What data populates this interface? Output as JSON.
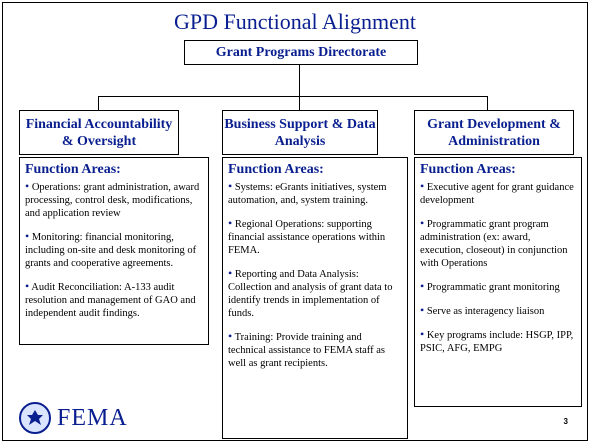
{
  "title": "GPD Functional Alignment",
  "top_box": "Grant Programs Directorate",
  "columns": [
    {
      "header": "Financial Accountability & Oversight",
      "areas_title": "Function Areas:",
      "items": [
        "Operations: grant administration, award processing, control desk, modifications, and application review",
        "Monitoring: financial monitoring, including on-site and desk monitoring of grants and cooperative agreements.",
        "Audit Reconciliation: A-133 audit resolution and management of GAO and independent audit findings."
      ]
    },
    {
      "header": "Business Support & Data Analysis",
      "areas_title": "Function Areas:",
      "items": [
        "Systems: eGrants initiatives, system automation, and, system training.",
        "Regional Operations: supporting financial assistance operations within FEMA.",
        "Reporting and Data Analysis: Collection and analysis of grant data to identify trends in implementation of funds.",
        "Training: Provide training and technical assistance to FEMA staff as well as grant recipients."
      ]
    },
    {
      "header": "Grant Development & Administration",
      "areas_title": "Function Areas:",
      "items": [
        "Executive agent for grant guidance development",
        "Programmatic grant program administration (ex: award, execution, closeout) in conjunction with Operations",
        "Programmatic grant monitoring",
        "Serve as interagency liaison",
        "Key programs include: HSGP, IPP, PSIC, AFG, EMPG"
      ]
    }
  ],
  "logo_text": "FEMA",
  "page_number": "3",
  "colors": {
    "accent": "#0a1f8f",
    "border": "#000000"
  }
}
